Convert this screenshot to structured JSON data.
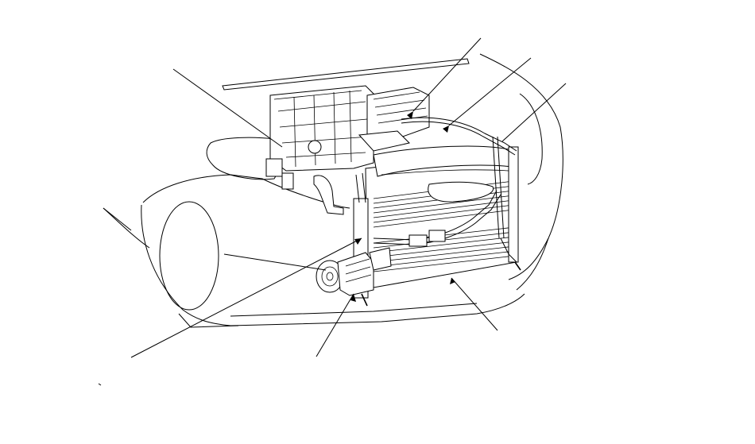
{
  "diagram": {
    "subject": "front-end-hvac-system-illustration",
    "leader_lines": [
      {
        "id": "leader-heater-unit"
      },
      {
        "id": "leader-evaporator-housing"
      },
      {
        "id": "leader-high-pressure-line"
      },
      {
        "id": "leader-receiver-line"
      },
      {
        "id": "leader-left-side"
      },
      {
        "id": "leader-compressor"
      },
      {
        "id": "leader-receiver-dryer"
      },
      {
        "id": "leader-suction-hose"
      },
      {
        "id": "leader-condenser"
      }
    ],
    "colors": {
      "line": "#000000",
      "background": "#ffffff"
    }
  }
}
